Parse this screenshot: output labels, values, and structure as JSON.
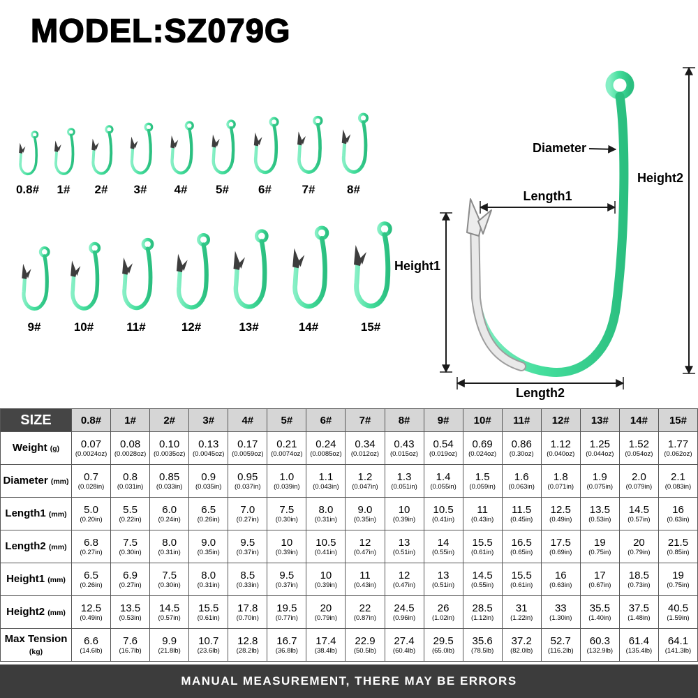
{
  "title": "MODEL:SZ079G",
  "hooks": {
    "row1": [
      "0.8#",
      "1#",
      "2#",
      "3#",
      "4#",
      "5#",
      "6#",
      "7#",
      "8#"
    ],
    "row2": [
      "9#",
      "10#",
      "11#",
      "12#",
      "13#",
      "14#",
      "15#"
    ]
  },
  "diagram": {
    "diameter_label": "Diameter",
    "height2_label": "Height2",
    "length1_label": "Length1",
    "height1_label": "Height1",
    "length2_label": "Length2"
  },
  "colors": {
    "hook_green": "#3fd694",
    "dark_bar": "#3c3c3c"
  },
  "table": {
    "size_header": "SIZE",
    "columns": [
      "0.8#",
      "1#",
      "2#",
      "3#",
      "4#",
      "5#",
      "6#",
      "7#",
      "8#",
      "9#",
      "10#",
      "11#",
      "12#",
      "13#",
      "14#",
      "15#"
    ],
    "rows": [
      {
        "label": "Weight",
        "unit": "(g)",
        "values": [
          "0.07",
          "0.08",
          "0.10",
          "0.13",
          "0.17",
          "0.21",
          "0.24",
          "0.34",
          "0.43",
          "0.54",
          "0.69",
          "0.86",
          "1.12",
          "1.25",
          "1.52",
          "1.77"
        ],
        "subs": [
          "(0.0024oz)",
          "(0.0028oz)",
          "(0.0035oz)",
          "(0.0045oz)",
          "(0.0059oz)",
          "(0.0074oz)",
          "(0.0085oz)",
          "(0.012oz)",
          "(0.015oz)",
          "(0.019oz)",
          "(0.024oz)",
          "(0.30oz)",
          "(0.040oz)",
          "(0.044oz)",
          "(0.054oz)",
          "(0.062oz)"
        ]
      },
      {
        "label": "Diameter",
        "unit": "(mm)",
        "values": [
          "0.7",
          "0.8",
          "0.85",
          "0.9",
          "0.95",
          "1.0",
          "1.1",
          "1.2",
          "1.3",
          "1.4",
          "1.5",
          "1.6",
          "1.8",
          "1.9",
          "2.0",
          "2.1"
        ],
        "subs": [
          "(0.028in)",
          "(0.031in)",
          "(0.033in)",
          "(0.035in)",
          "(0.037in)",
          "(0.039in)",
          "(0.043in)",
          "(0.047in)",
          "(0.051in)",
          "(0.055in)",
          "(0.059in)",
          "(0.063in)",
          "(0.071in)",
          "(0.075in)",
          "(0.079in)",
          "(0.083in)"
        ]
      },
      {
        "label": "Length1",
        "unit": "(mm)",
        "values": [
          "5.0",
          "5.5",
          "6.0",
          "6.5",
          "7.0",
          "7.5",
          "8.0",
          "9.0",
          "10",
          "10.5",
          "11",
          "11.5",
          "12.5",
          "13.5",
          "14.5",
          "16"
        ],
        "subs": [
          "(0.20in)",
          "(0.22in)",
          "(0.24in)",
          "(0.26in)",
          "(0.27in)",
          "(0.30in)",
          "(0.31in)",
          "(0.35in)",
          "(0.39in)",
          "(0.41in)",
          "(0.43in)",
          "(0.45in)",
          "(0.49in)",
          "(0.53in)",
          "(0.57in)",
          "(0.63in)"
        ]
      },
      {
        "label": "Length2",
        "unit": "(mm)",
        "values": [
          "6.8",
          "7.5",
          "8.0",
          "9.0",
          "9.5",
          "10",
          "10.5",
          "12",
          "13",
          "14",
          "15.5",
          "16.5",
          "17.5",
          "19",
          "20",
          "21.5"
        ],
        "subs": [
          "(0.27in)",
          "(0.30in)",
          "(0.31in)",
          "(0.35in)",
          "(0.37in)",
          "(0.39in)",
          "(0.41in)",
          "(0.47in)",
          "(0.51in)",
          "(0.55in)",
          "(0.61in)",
          "(0.65in)",
          "(0.69in)",
          "(0.75in)",
          "(0.79in)",
          "(0.85in)"
        ]
      },
      {
        "label": "Height1",
        "unit": "(mm)",
        "values": [
          "6.5",
          "6.9",
          "7.5",
          "8.0",
          "8.5",
          "9.5",
          "10",
          "11",
          "12",
          "13",
          "14.5",
          "15.5",
          "16",
          "17",
          "18.5",
          "19"
        ],
        "subs": [
          "(0.26in)",
          "(0.27in)",
          "(0.30in)",
          "(0.31in)",
          "(0.33in)",
          "(0.37in)",
          "(0.39in)",
          "(0.43in)",
          "(0.47in)",
          "(0.51in)",
          "(0.55in)",
          "(0.61in)",
          "(0.63in)",
          "(0.67in)",
          "(0.73in)",
          "(0.75in)"
        ]
      },
      {
        "label": "Height2",
        "unit": "(mm)",
        "values": [
          "12.5",
          "13.5",
          "14.5",
          "15.5",
          "17.8",
          "19.5",
          "20",
          "22",
          "24.5",
          "26",
          "28.5",
          "31",
          "33",
          "35.5",
          "37.5",
          "40.5"
        ],
        "subs": [
          "(0.49in)",
          "(0.53in)",
          "(0.57in)",
          "(0.61in)",
          "(0.70in)",
          "(0.77in)",
          "(0.79in)",
          "(0.87in)",
          "(0.96in)",
          "(1.02in)",
          "(1.12in)",
          "(1.22in)",
          "(1.30in)",
          "(1.40in)",
          "(1.48in)",
          "(1.59in)"
        ]
      },
      {
        "label": "Max Tension",
        "unit": "(kg)",
        "values": [
          "6.6",
          "7.6",
          "9.9",
          "10.7",
          "12.8",
          "16.7",
          "17.4",
          "22.9",
          "27.4",
          "29.5",
          "35.6",
          "37.2",
          "52.7",
          "60.3",
          "61.4",
          "64.1"
        ],
        "subs": [
          "(14.6lb)",
          "(16.7lb)",
          "(21.8lb)",
          "(23.6lb)",
          "(28.2lb)",
          "(36.8lb)",
          "(38.4lb)",
          "(50.5lb)",
          "(60.4lb)",
          "(65.0lb)",
          "(78.5lb)",
          "(82.0lb)",
          "(116.2lb)",
          "(132.9lb)",
          "(135.4lb)",
          "(141.3lb)"
        ]
      }
    ]
  },
  "footer": "MANUAL MEASUREMENT, THERE MAY BE ERRORS"
}
